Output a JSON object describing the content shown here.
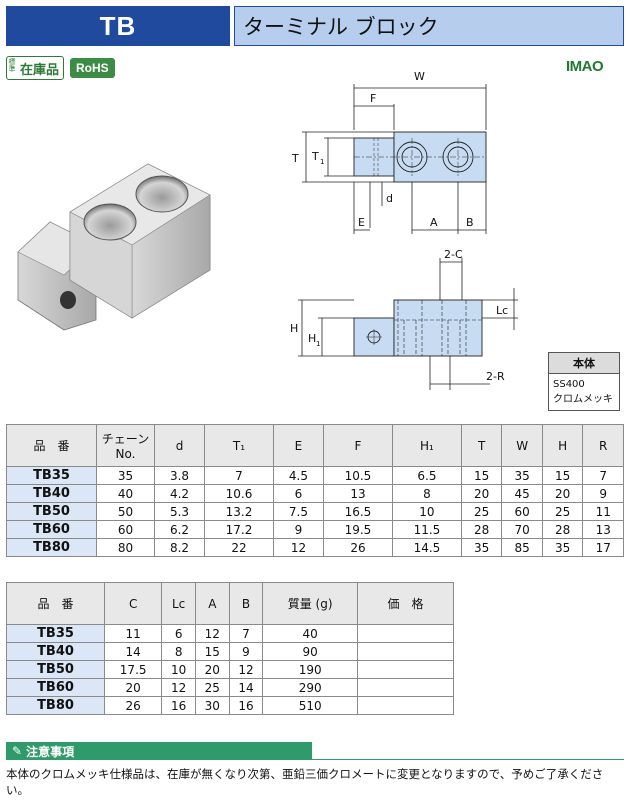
{
  "header": {
    "code": "TB",
    "title": "ターミナル ブロック"
  },
  "badges": {
    "standard": "標準",
    "stock": "在庫品",
    "rohs": "RoHS"
  },
  "brand": "IMAO",
  "drawing": {
    "labels": {
      "W": "W",
      "F": "F",
      "T": "T",
      "T1": "T",
      "sub1": "1",
      "d": "d",
      "E": "E",
      "A": "A",
      "B": "B",
      "C2": "2-C",
      "Lc": "Lc",
      "H": "H",
      "H1": "H",
      "R2": "2-R"
    }
  },
  "material": {
    "header": "本体",
    "line1": "SS400",
    "line2": "クロムメッキ"
  },
  "table1": {
    "headers": [
      "品　番",
      "チェーン No.",
      "d",
      "T₁",
      "E",
      "F",
      "H₁",
      "T",
      "W",
      "H",
      "R"
    ],
    "rows": [
      [
        "TB35",
        "35",
        "3.8",
        "7",
        "4.5",
        "10.5",
        "6.5",
        "15",
        "35",
        "15",
        "7"
      ],
      [
        "TB40",
        "40",
        "4.2",
        "10.6",
        "6",
        "13",
        "8",
        "20",
        "45",
        "20",
        "9"
      ],
      [
        "TB50",
        "50",
        "5.3",
        "13.2",
        "7.5",
        "16.5",
        "10",
        "25",
        "60",
        "25",
        "11"
      ],
      [
        "TB60",
        "60",
        "6.2",
        "17.2",
        "9",
        "19.5",
        "11.5",
        "28",
        "70",
        "28",
        "13"
      ],
      [
        "TB80",
        "80",
        "8.2",
        "22",
        "12",
        "26",
        "14.5",
        "35",
        "85",
        "35",
        "17"
      ]
    ]
  },
  "table2": {
    "headers": [
      "品　番",
      "C",
      "Lc",
      "A",
      "B",
      "質量 (g)",
      "価　格"
    ],
    "rows": [
      [
        "TB35",
        "11",
        "6",
        "12",
        "7",
        "40",
        ""
      ],
      [
        "TB40",
        "14",
        "8",
        "15",
        "9",
        "90",
        ""
      ],
      [
        "TB50",
        "17.5",
        "10",
        "20",
        "12",
        "190",
        ""
      ],
      [
        "TB60",
        "20",
        "12",
        "25",
        "14",
        "290",
        ""
      ],
      [
        "TB80",
        "26",
        "16",
        "30",
        "16",
        "510",
        ""
      ]
    ]
  },
  "notice": {
    "title": "注意事項",
    "text": "本体のクロムメッキ仕様品は、在庫が無くなり次第、亜鉛三価クロメートに変更となりますので、予めご了承ください。"
  }
}
